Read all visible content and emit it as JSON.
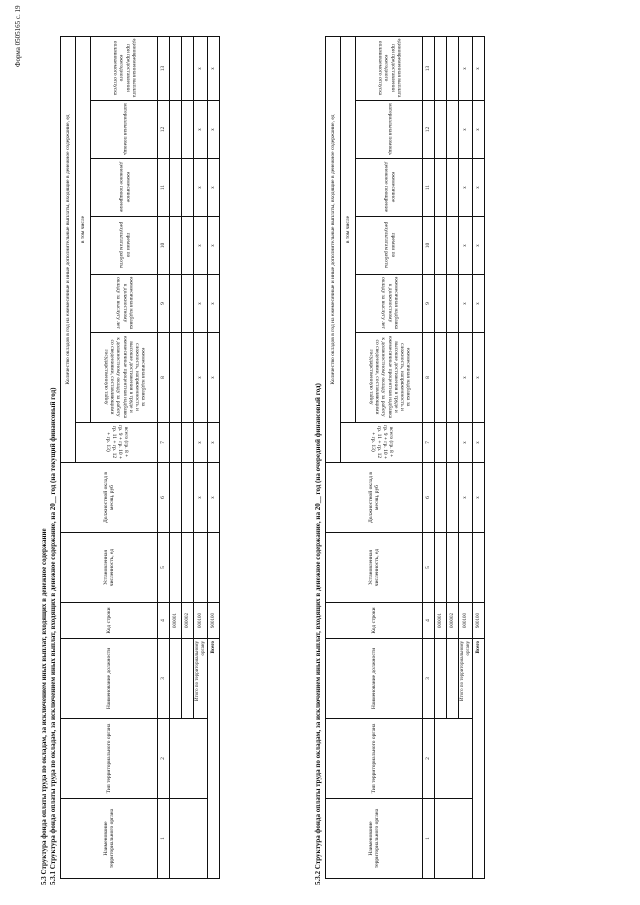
{
  "form_number": "Форма 0505165 с. 19",
  "section": {
    "h53": "5.3 Структура фонда оплаты труда по окладам, за исключением иных выплат, входящих в денежное содержание",
    "h531": "5.3.1 Структура фонда оплаты труда по окладам, за исключением иных выплат, входящих в денежное содержание, на 20__ год (на текущий финансовый год)",
    "h532": "5.3.2 Структура фонда оплаты труда по окладам, за исключением иных выплат, входящих в денежное содержание, на 20__ год (на очередной финансовый год)"
  },
  "columns": {
    "c1": "Наименование территориального органа",
    "c2": "Тип территориального органа",
    "c3": "Наименование должности",
    "c4": "Код строки",
    "c5": "Установленная численность, ед",
    "c6": "Должностной оклад в месяц, руб",
    "group": "Количество окладов в год на ежемесячные и иные дополнительные выплаты, входящие в денежное содержание, ед",
    "c7": "всего (гр. 8 + гр. 9 + гр. 10 + гр. 11 + гр. 12 + гр. 13)",
    "in_that": "в том числе",
    "c8": "ежемесячная надбавка за сложность, напряженность и высокие достижения в труде и ежемесячные процентная надбавка к должностному окладу за работу со сведениями, составляющими государственную тайну",
    "c9": "ежемесячная надбавка к должностному окладу за выслугу лет",
    "c10": "премии по результатам работы",
    "c11": "ежемесячное денежное поощрение",
    "c12": "материальная помощь",
    "c13": "единовременная выплата при предоставлении ежегодного оплачиваемого отпуска"
  },
  "col_numbers": [
    "1",
    "2",
    "3",
    "4",
    "5",
    "6",
    "7",
    "8",
    "9",
    "10",
    "11",
    "12",
    "13"
  ],
  "rows": {
    "r1_code": "000001",
    "r2_code": "000002",
    "itogo_label": "Итого по территориальному органу",
    "itogo_code": "000100",
    "vsego_label": "Всего",
    "vsego_code": "900100",
    "x": "x"
  }
}
